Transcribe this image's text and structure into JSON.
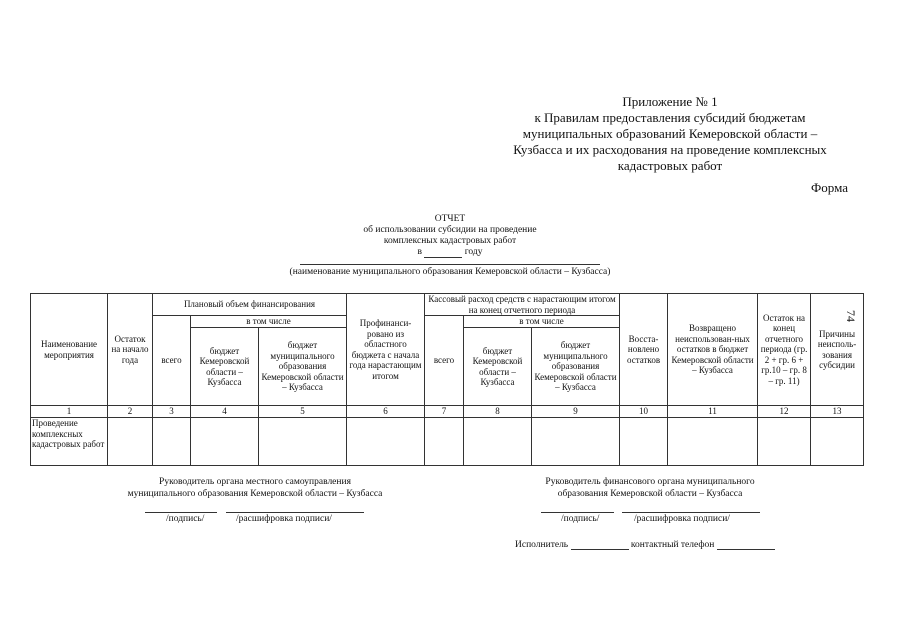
{
  "page_number": "74",
  "appendix": {
    "line1": "Приложение № 1",
    "line2": "к Правилам предоставления субсидий бюджетам",
    "line3": "муниципальных образований Кемеровской области –",
    "line4": "Кузбасса и их расходования на проведение комплексных",
    "line5": "кадастровых работ"
  },
  "form_label": "Форма",
  "report_title": {
    "line1": "ОТЧЕТ",
    "line2": "об использовании субсидии на проведение",
    "line3": "комплексных кадастровых работ",
    "year_prefix": "в",
    "year_suffix": "году"
  },
  "municipality_caption": "(наименование муниципального образования Кемеровской области – Кузбасса)",
  "table": {
    "h_name": "Наименование мероприятия",
    "h_balance_start": "Остаток на начало года",
    "h_planned": "Плановый объем финансирования",
    "h_incl_1": "в том числе",
    "h_total_1": "всего",
    "h_regional_budget_1": "бюджет Кемеровской области – Кузбасса",
    "h_municipal_budget_1": "бюджет муниципального образования Кемеровской области – Кузбасса",
    "h_prefinanced": "Профинанси-ровано из областного бюджета с начала года нарастающим итогом",
    "h_cash": "Кассовый расход средств с нарастающим итогом на конец отчетного периода",
    "h_incl_2": "в том числе",
    "h_total_2": "всего",
    "h_regional_budget_2": "бюджет Кемеровской области – Кузбасса",
    "h_municipal_budget_2": "бюджет муниципального образования Кемеровской области – Кузбасса",
    "h_restored": "Восста-новлено остатков",
    "h_returned": "Возвращено неиспользован-ных остатков в бюджет Кемеровской области – Кузбасса",
    "h_balance_end": "Остаток на конец отчетного периода (гр. 2 + гр. 6 + гр.10 – гр. 8 – гр. 11)",
    "h_reasons": "Причины неисполь-зования субсидии",
    "col_numbers": [
      "1",
      "2",
      "3",
      "4",
      "5",
      "6",
      "7",
      "8",
      "9",
      "10",
      "11",
      "13"
    ],
    "col_12": "12",
    "row_label": "Проведение комплексных кадастровых работ"
  },
  "signatures": {
    "left_title_1": "Руководитель органа местного самоуправления",
    "left_title_2": "муниципального образования Кемеровской области – Кузбасса",
    "right_title_1": "Руководитель финансового органа муниципального",
    "right_title_2": "образования Кемеровской области – Кузбасса",
    "sign_caption": "/подпись/",
    "decode_caption": "/расшифровка подписи/",
    "executor": "Исполнитель",
    "phone": "контактный телефон"
  }
}
